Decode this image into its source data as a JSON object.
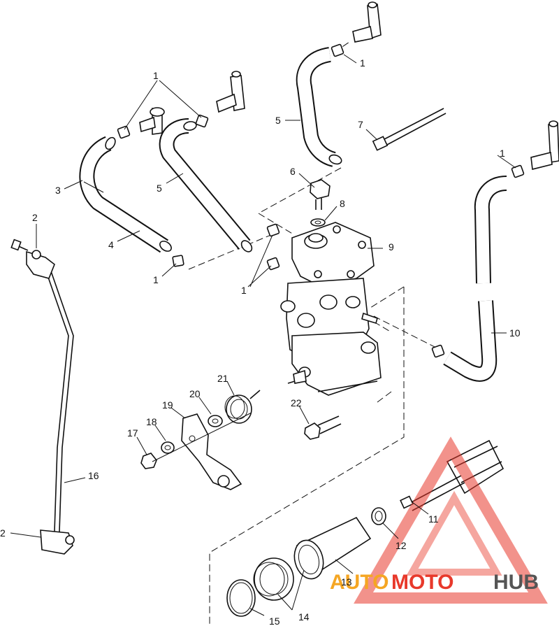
{
  "callouts": {
    "c1a": "1",
    "c1b": "1",
    "c1c": "1",
    "c1d": "1",
    "c1e": "1",
    "c2a": "2",
    "c2b": "2",
    "c3": "3",
    "c4": "4",
    "c5a": "5",
    "c5b": "5",
    "c6": "6",
    "c7": "7",
    "c8": "8",
    "c9": "9",
    "c10": "10",
    "c11": "11",
    "c12": "12",
    "c13": "13",
    "c14": "14",
    "c15": "15",
    "c16": "16",
    "c17": "17",
    "c18": "18",
    "c19": "19",
    "c20": "20",
    "c21": "21",
    "c22": "22"
  },
  "watermark": {
    "part1": "AUTO",
    "part2": "MOTO",
    "part3": "HUB",
    "color_orange": "#f5a623",
    "color_red": "#e8392b",
    "color_gray": "#555555"
  }
}
